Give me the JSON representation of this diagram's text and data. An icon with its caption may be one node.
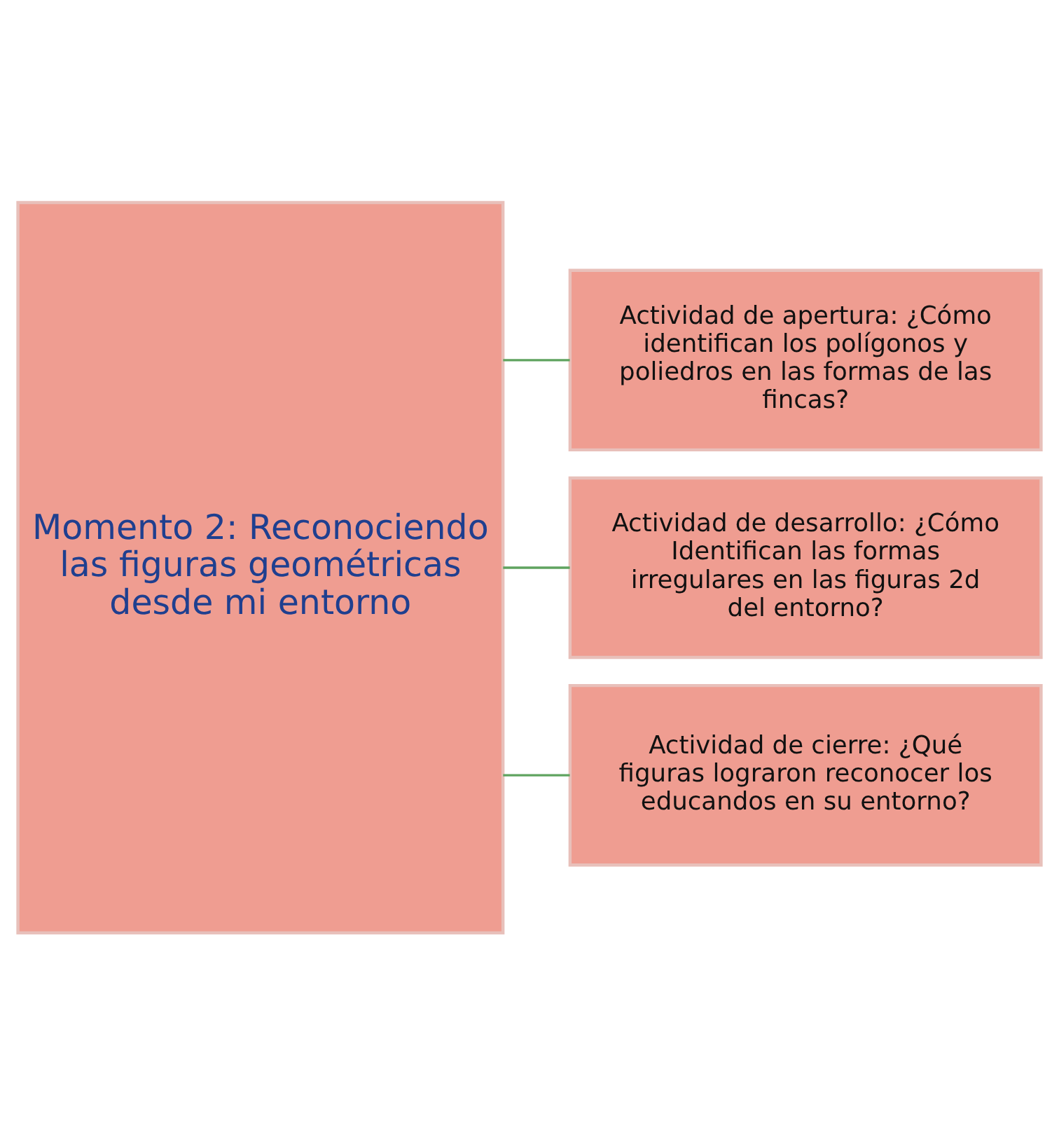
{
  "diagram": {
    "nodes": [
      {
        "text": [
          "Momento 2: Reconociendo las figuras geométricas desde mi entorno"
        ]
      },
      {
        "text": [
          "Actividad de apertura: ¿Cómo identifican los polígonos y poliedros en las formas de las fincas?"
        ]
      },
      {
        "text": [
          "Actividad de desarrollo: ¿Cómo Identifican las formas irregulares en las figuras 2d del entorno?"
        ]
      },
      {
        "text": [
          "Actividad de cierre: ¿Qué figuras lograron reconocer los educandos en su entorno?"
        ]
      }
    ],
    "edges": [
      {
        "from": 0,
        "to": 1,
        "arrow": "none"
      },
      {
        "from": 0,
        "to": 2,
        "arrow": "none"
      },
      {
        "from": 0,
        "to": 3,
        "arrow": "none"
      }
    ]
  }
}
